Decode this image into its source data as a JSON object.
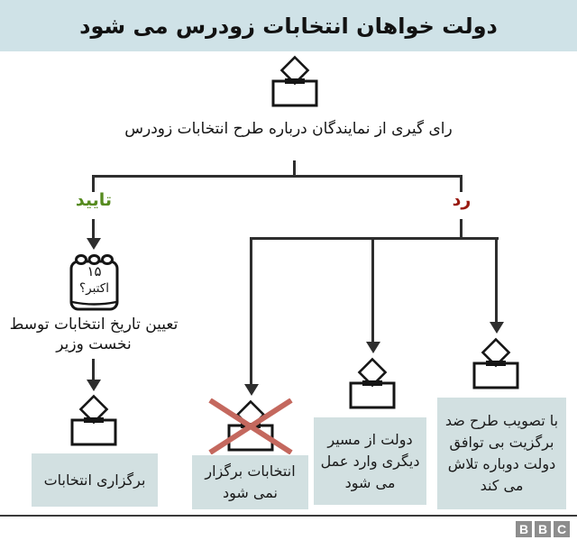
{
  "title": "دولت خواهان انتخابات زودرس می شود",
  "intro": "رای گیری از نمایندگان درباره طرح انتخابات زودرس",
  "branches": {
    "approve_label": "تایید",
    "reject_label": "رد"
  },
  "calendar": {
    "day": "۱۵",
    "month": "اکتبر؟"
  },
  "approve_path": {
    "step": "تعیین تاریخ انتخابات توسط نخست وزیر",
    "outcome": "برگزاری انتخابات"
  },
  "reject_outcomes": [
    {
      "text": "انتخابات برگزار نمی شود",
      "crossed": true
    },
    {
      "text": "دولت از مسیر دیگری وارد عمل می شود",
      "crossed": false
    },
    {
      "text": "با تصویب طرح ضد برگزیت بی توافق دولت دوباره تلاش می کند",
      "crossed": false
    }
  ],
  "logo": {
    "b1": "B",
    "b2": "B",
    "c": "C"
  },
  "colors": {
    "header_bg": "#cfe2e7",
    "outcome_bg": "#d2e0e1",
    "approve_text": "#568b1f",
    "reject_text": "#9a1a10",
    "connector": "#2e2e2e",
    "cross_x": "#c4685e",
    "logo_bg": "#8d8d8d"
  }
}
